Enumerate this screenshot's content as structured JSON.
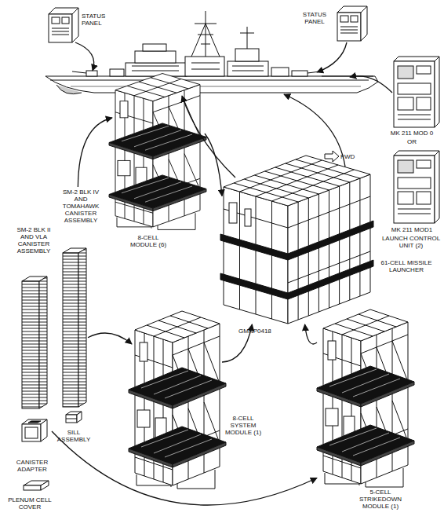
{
  "diagram": {
    "nodes": [
      {
        "text": [
          "STATUS PANEL"
        ]
      },
      {
        "text": [
          "STATUS PANEL"
        ]
      },
      {
        "text": [
          "MK 211 MOD 0",
          "OR",
          "MK 211 MOD1",
          "LAUNCH CONTROL UNIT (2)"
        ]
      },
      {
        "text": [
          "8-CELL MODULE (6)"
        ]
      },
      {
        "text": [
          "61-CELL MISSILE LAUNCHER"
        ]
      },
      {
        "text": [
          "SM-2 BLK II AND VLA CANISTER ASSEMBLY"
        ]
      },
      {
        "text": [
          "SM-2 BLK IV AND TOMAHAWK CANISTER ASSEMBLY"
        ]
      },
      {
        "text": [
          "8-CELL SYSTEM MODULE (1)"
        ]
      },
      {
        "text": [
          "CANISTER ADAPTER"
        ]
      },
      {
        "text": [
          "PLENUM CELL COVER"
        ]
      },
      {
        "text": [
          "SILL ASSEMBLY"
        ]
      },
      {
        "text": [
          "5-CELL STRIKEDOWN MODULE (1)"
        ]
      }
    ],
    "edges": [
      {
        "from": 6,
        "to": 3,
        "arrow": "to"
      },
      {
        "from": 3,
        "to": 4,
        "arrow": "to"
      },
      {
        "from": 6,
        "to": 7,
        "arrow": "to"
      },
      {
        "from": 7,
        "to": 4,
        "arrow": "to"
      },
      {
        "from": 11,
        "to": 4,
        "arrow": "to"
      },
      {
        "from": 8,
        "to": 11,
        "arrow": "to"
      }
    ],
    "labels": [
      "FWD",
      "GMNP0418"
    ]
  }
}
